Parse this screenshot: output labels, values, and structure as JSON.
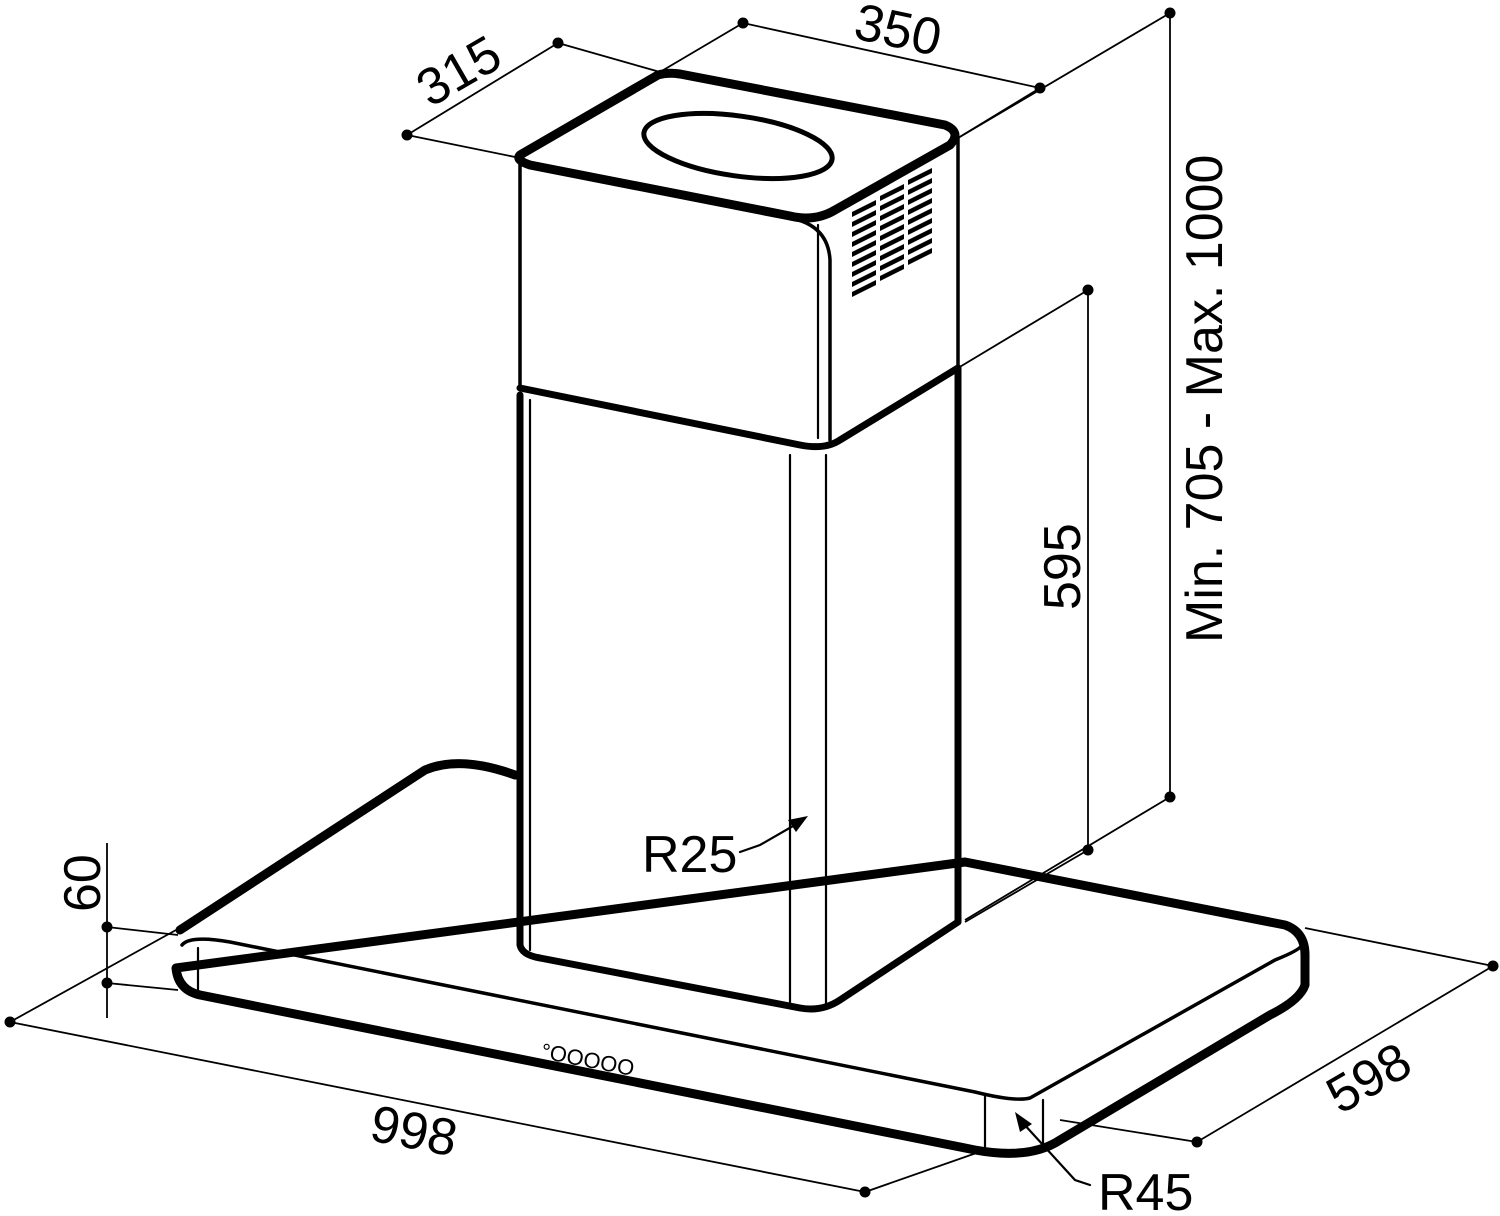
{
  "dimensions": {
    "depth_top": "315",
    "width_top": "350",
    "height_range": "Min. 705 - Max. 1000",
    "chimney_lower": "595",
    "canopy_thickness": "60",
    "canopy_width": "998",
    "canopy_depth": "598",
    "radius_chimney": "R25",
    "radius_canopy": "R45"
  },
  "control_panel": {
    "buttons": "°OOOOO"
  },
  "colors": {
    "ink": "#000000",
    "paper": "#ffffff"
  }
}
